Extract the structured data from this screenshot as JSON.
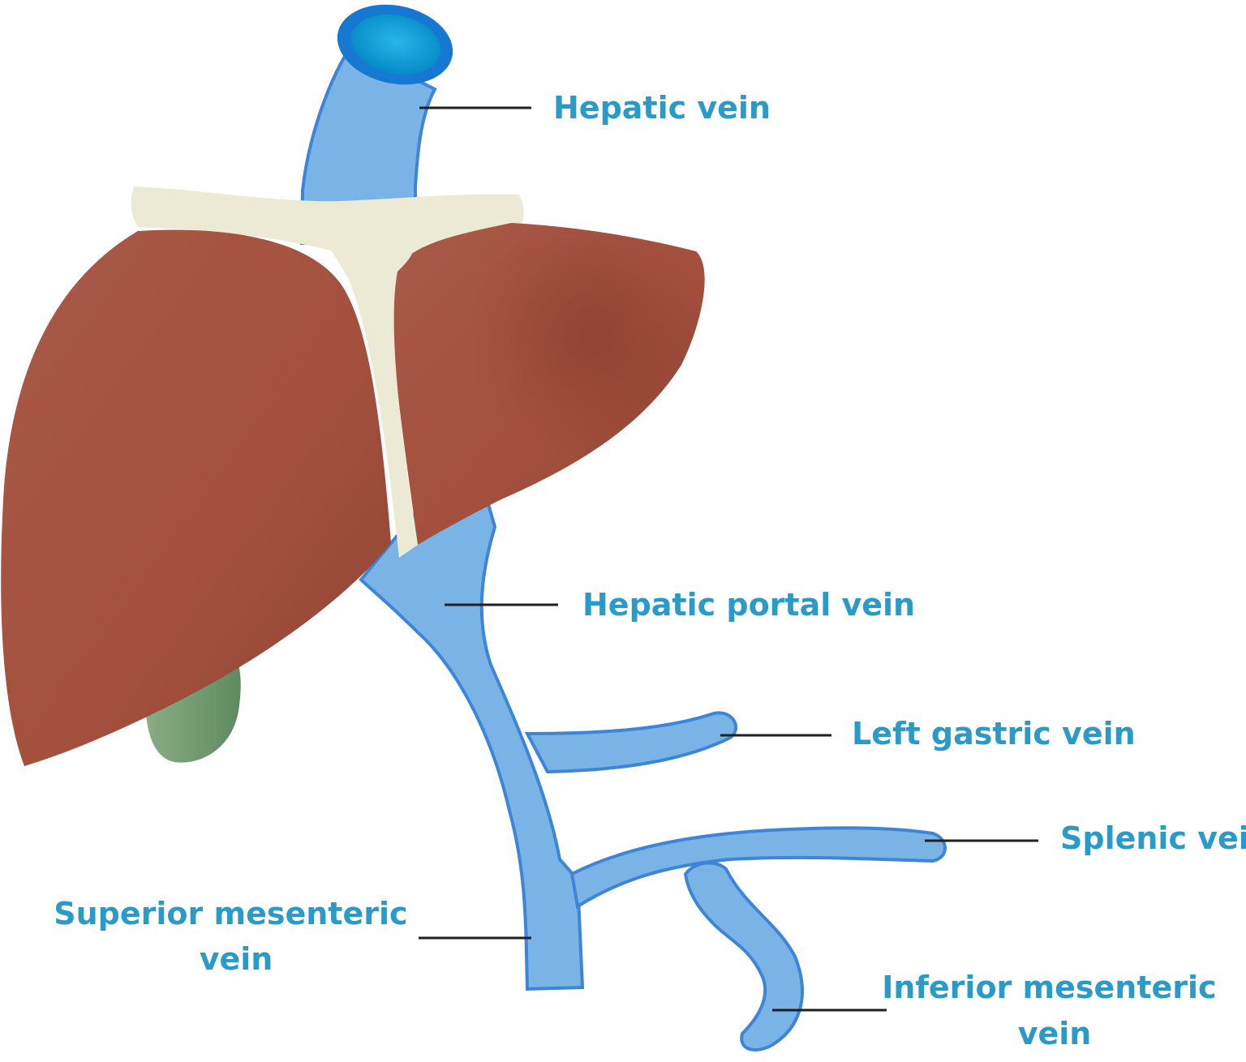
{
  "labels": {
    "hepatic_vein": "Hepatic vein",
    "hepatic_portal_vein": "Hepatic portal vein",
    "left_gastric_vein": "Left gastric vein",
    "splenic_vein": "Splenic vein",
    "superior_mesenteric_vein": [
      "Superior mesenteric",
      "vein"
    ],
    "inferior_mesenteric_vein": [
      "Inferior mesenteric",
      "vein"
    ]
  },
  "colors": {
    "label_text": "#2a9ac8",
    "vein_fill": "#7ab3e6",
    "vein_edge": "#3d85d6",
    "vein_lumen": "#0aa0dc",
    "liver": "#a5503e",
    "liver_dark": "#8a3d30",
    "ligament": "#ece9d4",
    "gallbladder": "#6f9a6e",
    "leader_line": "#1f1f1f"
  }
}
